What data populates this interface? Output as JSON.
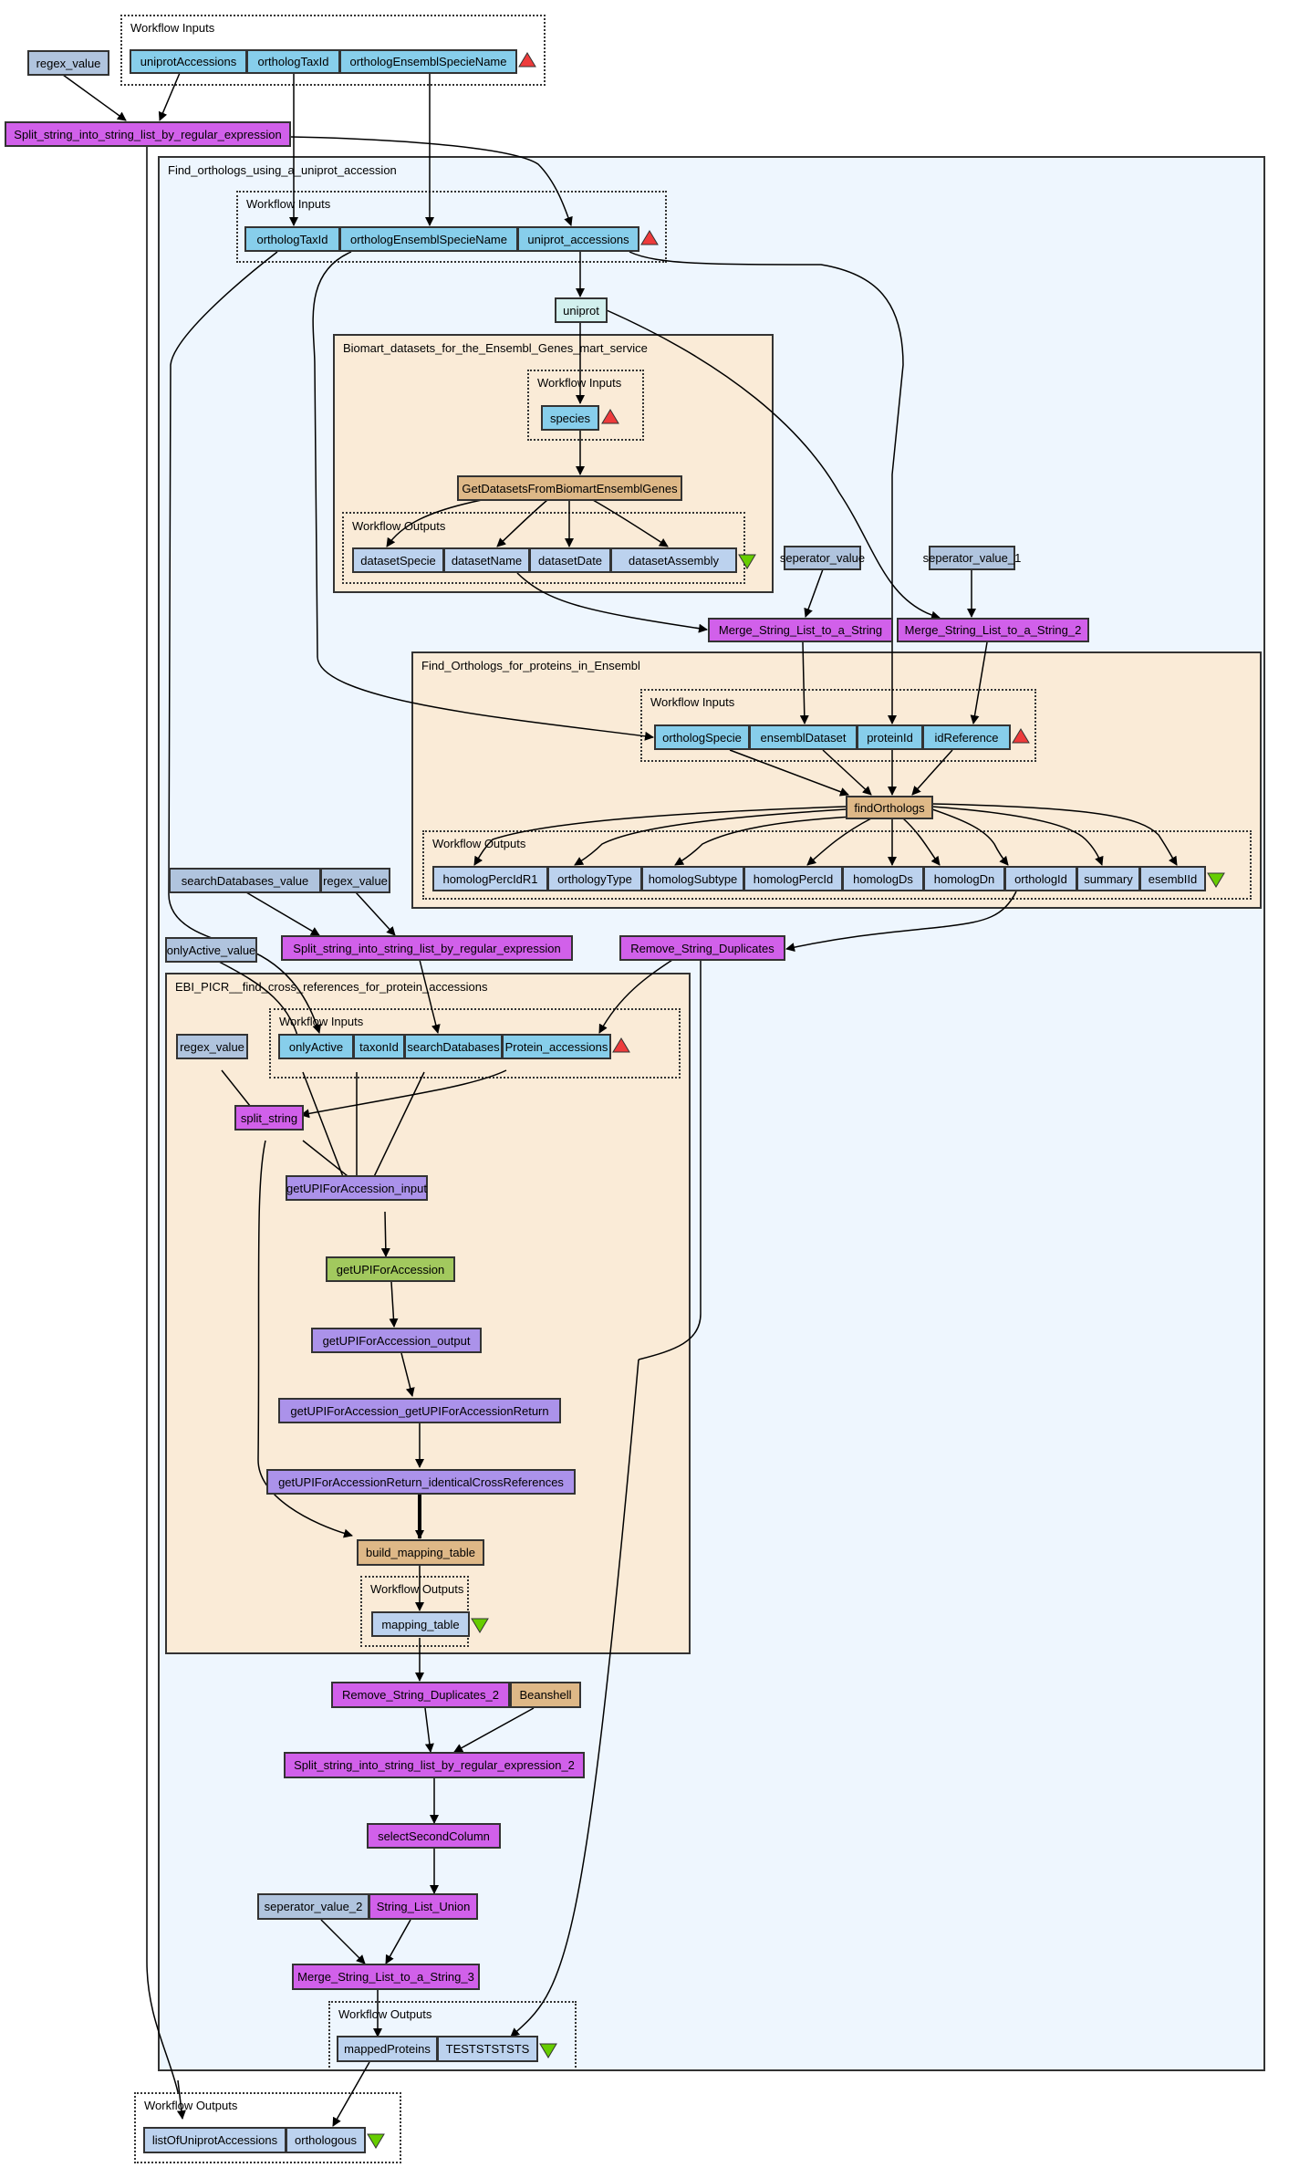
{
  "colors": {
    "input_port": "#87ceeb",
    "output_port": "#bcd2ee",
    "constant": "#b0c4de",
    "local_service": "#d160ea",
    "beanshell": "#deb887",
    "xml_splitter": "#ab92ea",
    "wsdl": "#a2c95e",
    "biomart": "#d2f0ee",
    "input_triangle": "#ee3b3b",
    "output_triangle": "#66cd00",
    "main_cluster_bg": "#eef6fe",
    "sub_cluster_bg": "#faebd7"
  },
  "top": {
    "inputs_title": "Workflow Inputs",
    "inputs": [
      "uniprotAccessions",
      "orthologTaxId",
      "orthologEnsemblSpecieName"
    ],
    "regex_value": "regex_value",
    "split": "Split_string_into_string_list_by_regular_expression",
    "outputs_title": "Workflow Outputs",
    "outputs": [
      "listOfUniprotAccessions",
      "orthologous"
    ]
  },
  "find": {
    "title": "Find_orthologs_using_a_uniprot_accession",
    "inputs_title": "Workflow Inputs",
    "inputs": [
      "orthologTaxId",
      "orthologEnsemblSpecieName",
      "uniprot_accessions"
    ],
    "uniprot": "uniprot",
    "seperator_value": "seperator_value",
    "seperator_value_1": "seperator_value_1",
    "merge1": "Merge_String_List_to_a_String",
    "merge2": "Merge_String_List_to_a_String_2",
    "searchDatabases_value": "searchDatabases_value",
    "regex_value": "regex_value",
    "onlyActive_value": "onlyActive_value",
    "split": "Split_string_into_string_list_by_regular_expression",
    "remove_dup": "Remove_String_Duplicates",
    "remove_dup2": "Remove_String_Duplicates_2",
    "beanshell": "Beanshell",
    "split2": "Split_string_into_string_list_by_regular_expression_2",
    "select_second": "selectSecondColumn",
    "seperator_value_2": "seperator_value_2",
    "union": "String_List_Union",
    "merge3": "Merge_String_List_to_a_String_3",
    "outputs_title": "Workflow Outputs",
    "outputs": [
      "mappedProteins",
      "TESTSTSTSTS"
    ]
  },
  "biomart": {
    "title": "Biomart_datasets_for_the_Ensembl_Genes_mart_service",
    "inputs_title": "Workflow Inputs",
    "inputs": [
      "species"
    ],
    "processor": "GetDatasetsFromBiomartEnsemblGenes",
    "outputs_title": "Workflow Outputs",
    "outputs": [
      "datasetSpecie",
      "datasetName",
      "datasetDate",
      "datasetAssembly"
    ]
  },
  "ensembl": {
    "title": "Find_Orthologs_for_proteins_in_Ensembl",
    "inputs_title": "Workflow Inputs",
    "inputs": [
      "orthologSpecie",
      "ensemblDataset",
      "proteinId",
      "idReference"
    ],
    "processor": "findOrthologs",
    "outputs_title": "Workflow Outputs",
    "outputs": [
      "homologPercIdR1",
      "orthologyType",
      "homologSubtype",
      "homologPercId",
      "homologDs",
      "homologDn",
      "orthologId",
      "summary",
      "esembIId"
    ]
  },
  "ebi": {
    "title": "EBI_PICR__find_cross_references_for_protein_accessions",
    "inputs_title": "Workflow Inputs",
    "inputs": [
      "onlyActive",
      "taxonId",
      "searchDatabases",
      "Protein_accessions"
    ],
    "regex_value": "regex_value",
    "split_string": "split_string",
    "get_input": "getUPIForAccession_input",
    "get_ws": "getUPIForAccession",
    "get_output": "getUPIForAccession_output",
    "get_return": "getUPIForAccession_getUPIForAccessionReturn",
    "get_identical": "getUPIForAccessionReturn_identicalCrossReferences",
    "build": "build_mapping_table",
    "outputs_title": "Workflow Outputs",
    "outputs": [
      "mapping_table"
    ]
  }
}
